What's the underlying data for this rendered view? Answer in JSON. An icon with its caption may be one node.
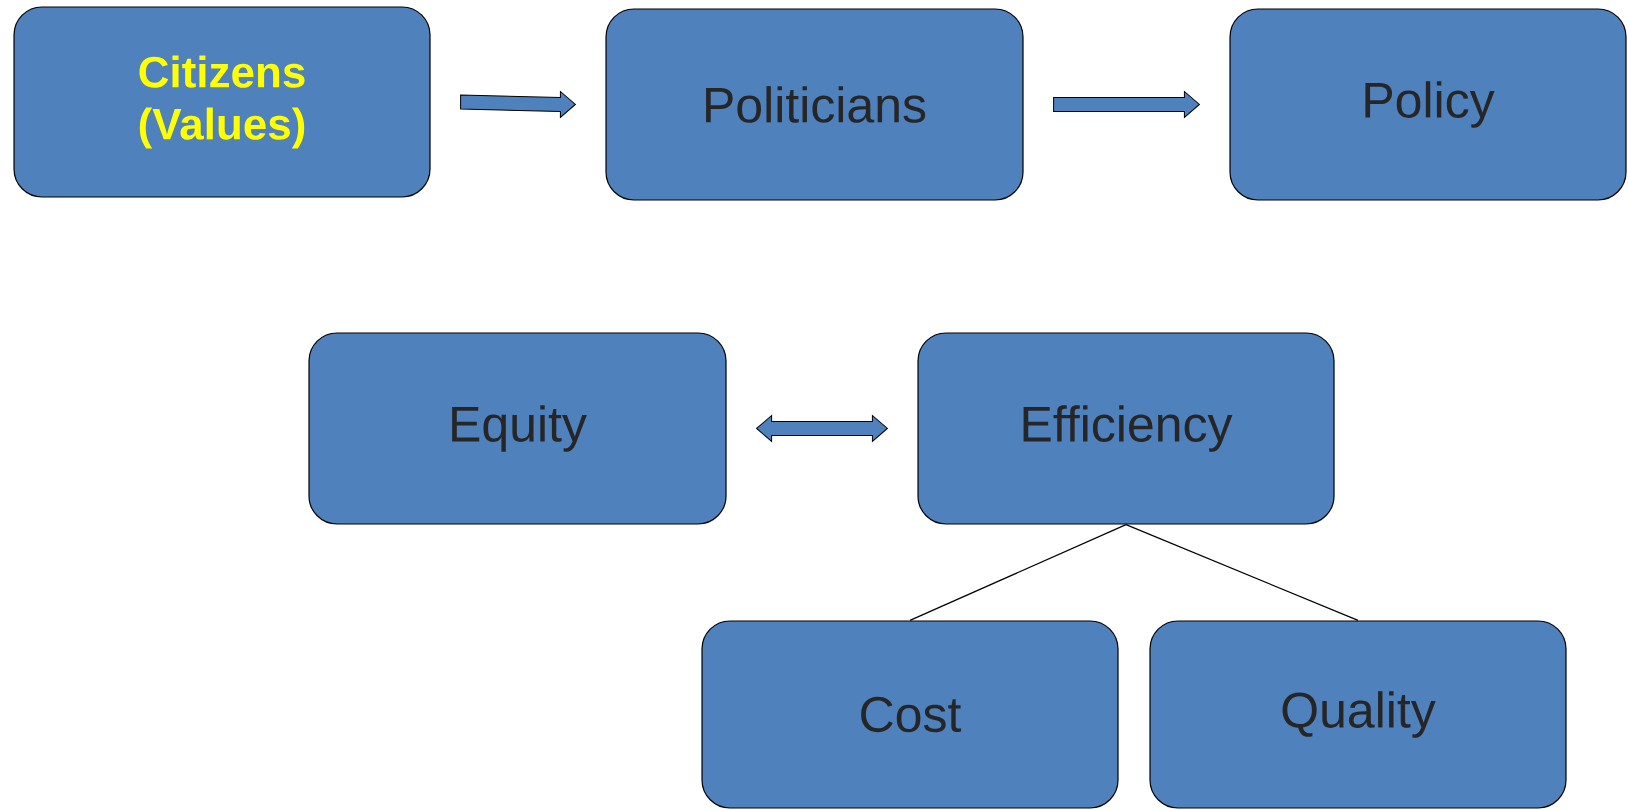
{
  "diagram": {
    "nodes": [
      {
        "text": [
          "Citizens (Values)"
        ]
      },
      {
        "text": [
          "Politicians"
        ]
      },
      {
        "text": [
          "Policy"
        ]
      },
      {
        "text": [
          "Equity"
        ]
      },
      {
        "text": [
          "Efficiency"
        ]
      },
      {
        "text": [
          "Cost"
        ]
      },
      {
        "text": [
          "Quality"
        ]
      }
    ],
    "edges": [
      {
        "from": 0,
        "to": 1,
        "arrow": "to"
      },
      {
        "from": 1,
        "to": 2,
        "arrow": "to"
      },
      {
        "from": 3,
        "to": 4,
        "arrow": "both"
      },
      {
        "from": 4,
        "to": 5,
        "arrow": "none"
      },
      {
        "from": 4,
        "to": 6,
        "arrow": "none"
      }
    ]
  }
}
